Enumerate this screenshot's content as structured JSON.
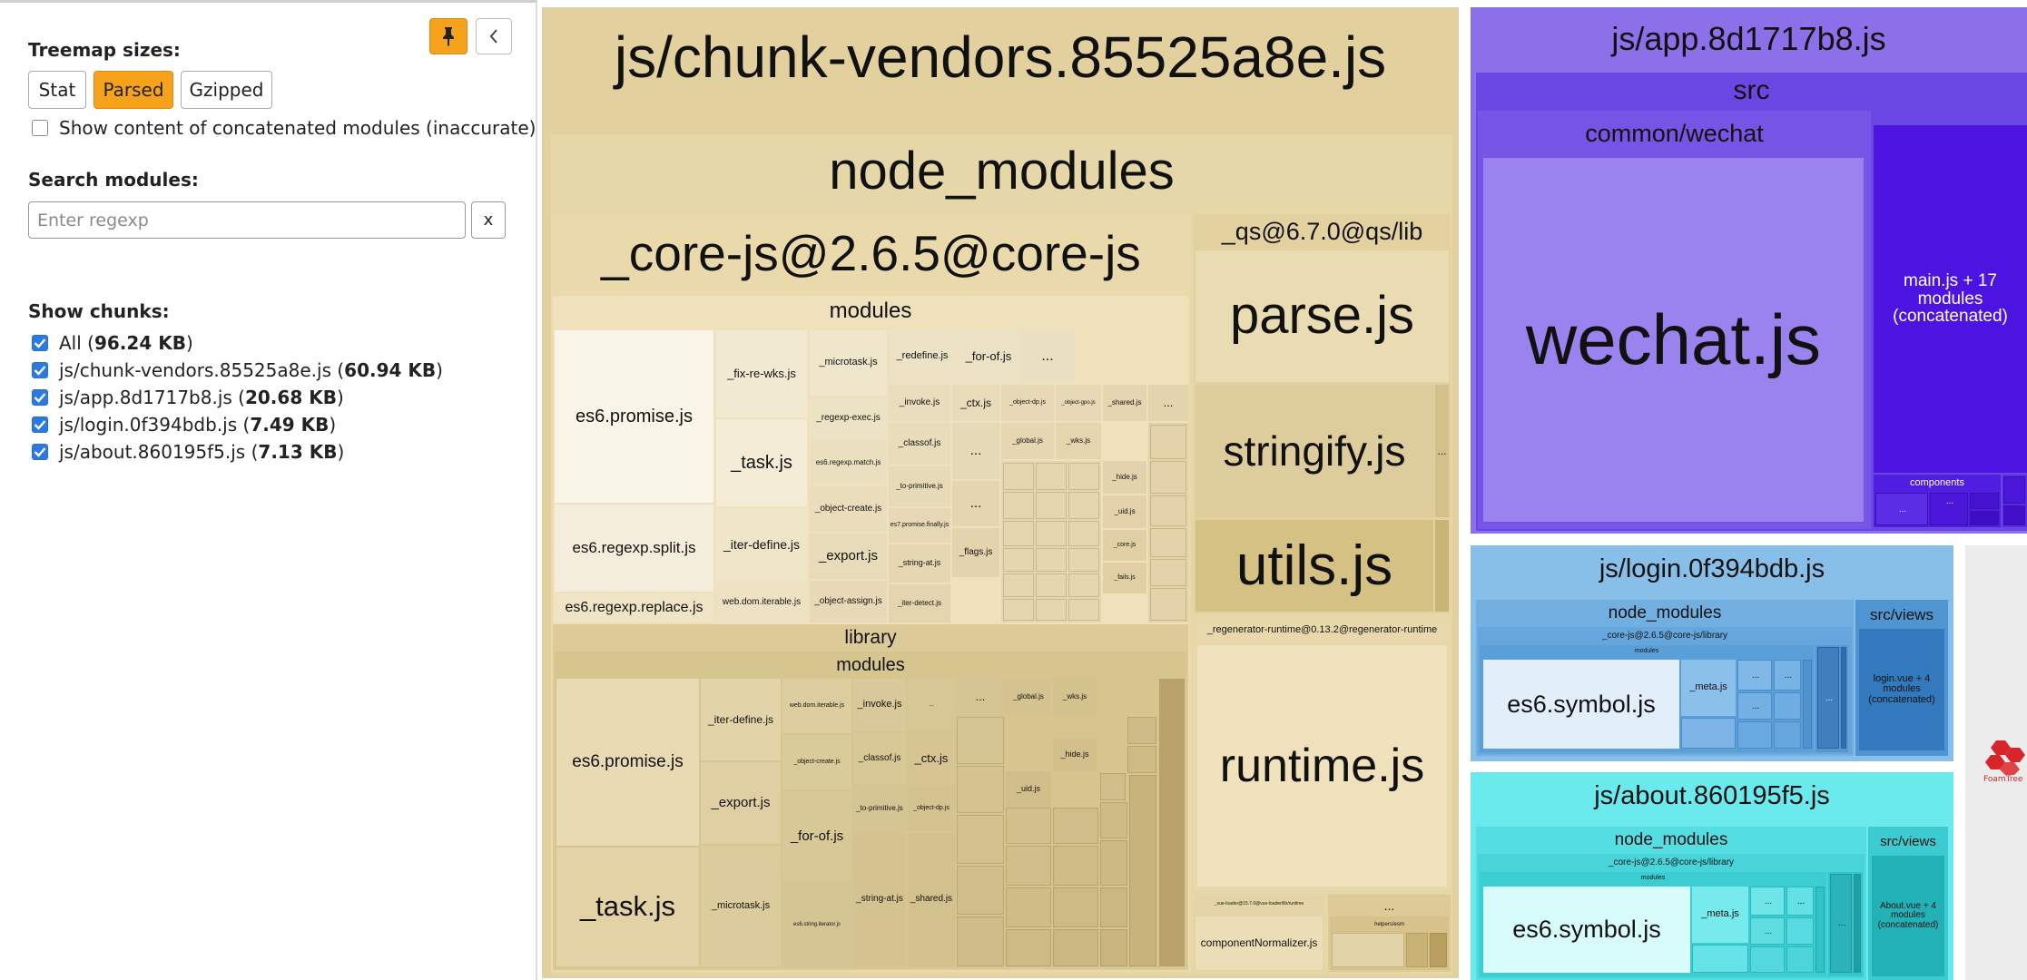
{
  "sidebar": {
    "treemap_sizes_title": "Treemap sizes:",
    "size_buttons": [
      {
        "label": "Stat",
        "active": false
      },
      {
        "label": "Parsed",
        "active": true
      },
      {
        "label": "Gzipped",
        "active": false
      }
    ],
    "concat_checkbox_label": "Show content of concatenated modules (inaccurate)",
    "search_title": "Search modules:",
    "search_placeholder": "Enter regexp",
    "clear_label": "x",
    "chunks_title": "Show chunks:",
    "chunks": [
      {
        "name": "All",
        "size": "96.24 KB",
        "checked": true
      },
      {
        "name": "js/chunk-vendors.85525a8e.js",
        "size": "60.94 KB",
        "checked": true
      },
      {
        "name": "js/app.8d1717b8.js",
        "size": "20.68 KB",
        "checked": true
      },
      {
        "name": "js/login.0f394bdb.js",
        "size": "7.49 KB",
        "checked": true
      },
      {
        "name": "js/about.860195f5.js",
        "size": "7.13 KB",
        "checked": true
      }
    ],
    "icons": {
      "pin": "pin-icon",
      "collapse": "chevron-left-icon"
    }
  },
  "treemap": {
    "vendors": {
      "title": "js/chunk-vendors.85525a8e.js",
      "node_modules": "node_modules",
      "core_js": "_core-js@2.6.5@core-js",
      "modules": "modules",
      "es6_promise": "es6.promise.js",
      "es6_regexp_split": "es6.regexp.split.js",
      "es6_regexp_replace": "es6.regexp.replace.js",
      "fix_re_wks": "_fix-re-wks.js",
      "task": "_task.js",
      "iter_define": "_iter-define.js",
      "web_dom_iterable": "web.dom.iterable.js",
      "microtask": "_microtask.js",
      "regexp_exec": "_regexp-exec.js",
      "es6_regexp_match": "es6.regexp.match.js",
      "object_create": "_object-create.js",
      "export": "_export.js",
      "object_assign": "_object-assign.js",
      "redefine": "_redefine.js",
      "for_of": "_for-of.js",
      "invoke": "_invoke.js",
      "ctx": "_ctx.js",
      "classof": "_classof.js",
      "to_primitive": "_to-primitive.js",
      "es7_promise_finally": "es7.promise.finally.js",
      "string_at": "_string-at.js",
      "flags": "_flags.js",
      "iter_detect": "_iter-detect.js",
      "object_dp": "_object-dp.js",
      "object_gpo": "_object-gpo.js",
      "shared": "_shared.js",
      "global": "_global.js",
      "wks": "_wks.js",
      "hide": "_hide.js",
      "uid": "_uid.js",
      "core": "_core.js",
      "fails": "_fails.js",
      "ellipsis": "...",
      "library": "library",
      "lib_modules": "modules",
      "lib_es6_promise": "es6.promise.js",
      "lib_task": "_task.js",
      "lib_iter_define": "_iter-define.js",
      "lib_export": "_export.js",
      "lib_microtask": "_microtask.js",
      "lib_web_dom_iterable": "web.dom.iterable.js",
      "lib_invoke": "_invoke.js",
      "lib_classof": "_classof.js",
      "lib_ctx": "_ctx.js",
      "lib_for_of": "_for-of.js",
      "lib_string_at": "_string-at.js",
      "lib_shared": "_shared.js",
      "lib_object_create": "_object-create.js",
      "lib_to_primitive": "_to-primitive.js",
      "lib_object_dp": "_object-dp.js",
      "lib_es6_string_iterator": "es6.string.iterator.js",
      "lib_global": "_global.js",
      "lib_wks": "_wks.js",
      "lib_hide": "_hide.js",
      "lib_uid": "_uid.js",
      "qs": "_qs@6.7.0@qs/lib",
      "parse": "parse.js",
      "stringify": "stringify.js",
      "utils": "utils.js",
      "regenerator": "_regenerator-runtime@0.13.2@regenerator-runtime",
      "runtime": "runtime.js",
      "vue_loader": "_vue-loader@15.7.0@vue-loader/lib/runtime",
      "component_normalizer": "componentNormalizer.js",
      "babel_helpers": "helpers/esm"
    },
    "app": {
      "title": "js/app.8d1717b8.js",
      "src": "src",
      "common_wechat": "common/wechat",
      "wechat": "wechat.js",
      "main": "main.js + 17 modules (concatenated)",
      "components": "components"
    },
    "login": {
      "title": "js/login.0f394bdb.js",
      "node_modules": "node_modules",
      "core_lib": "_core-js@2.6.5@core-js/library",
      "modules": "modules",
      "symbol": "es6.symbol.js",
      "meta": "_meta.js",
      "src_views": "src/views",
      "login_vue": "login.vue + 4 modules (concatenated)"
    },
    "about": {
      "title": "js/about.860195f5.js",
      "node_modules": "node_modules",
      "core_lib": "_core-js@2.6.5@core-js/library",
      "modules": "modules",
      "symbol": "es6.symbol.js",
      "meta": "_meta.js",
      "src_views": "src/views",
      "about_vue": "About.vue + 4 modules (concatenated)"
    },
    "foamtree_label": "FoamTree"
  },
  "colors": {
    "vendors": "#e6d5a3",
    "app": "#9b7cf0",
    "login": "#8ec3ec",
    "about": "#6ceeee",
    "accent": "#f6a21b",
    "checkbox": "#2a7ae2"
  }
}
